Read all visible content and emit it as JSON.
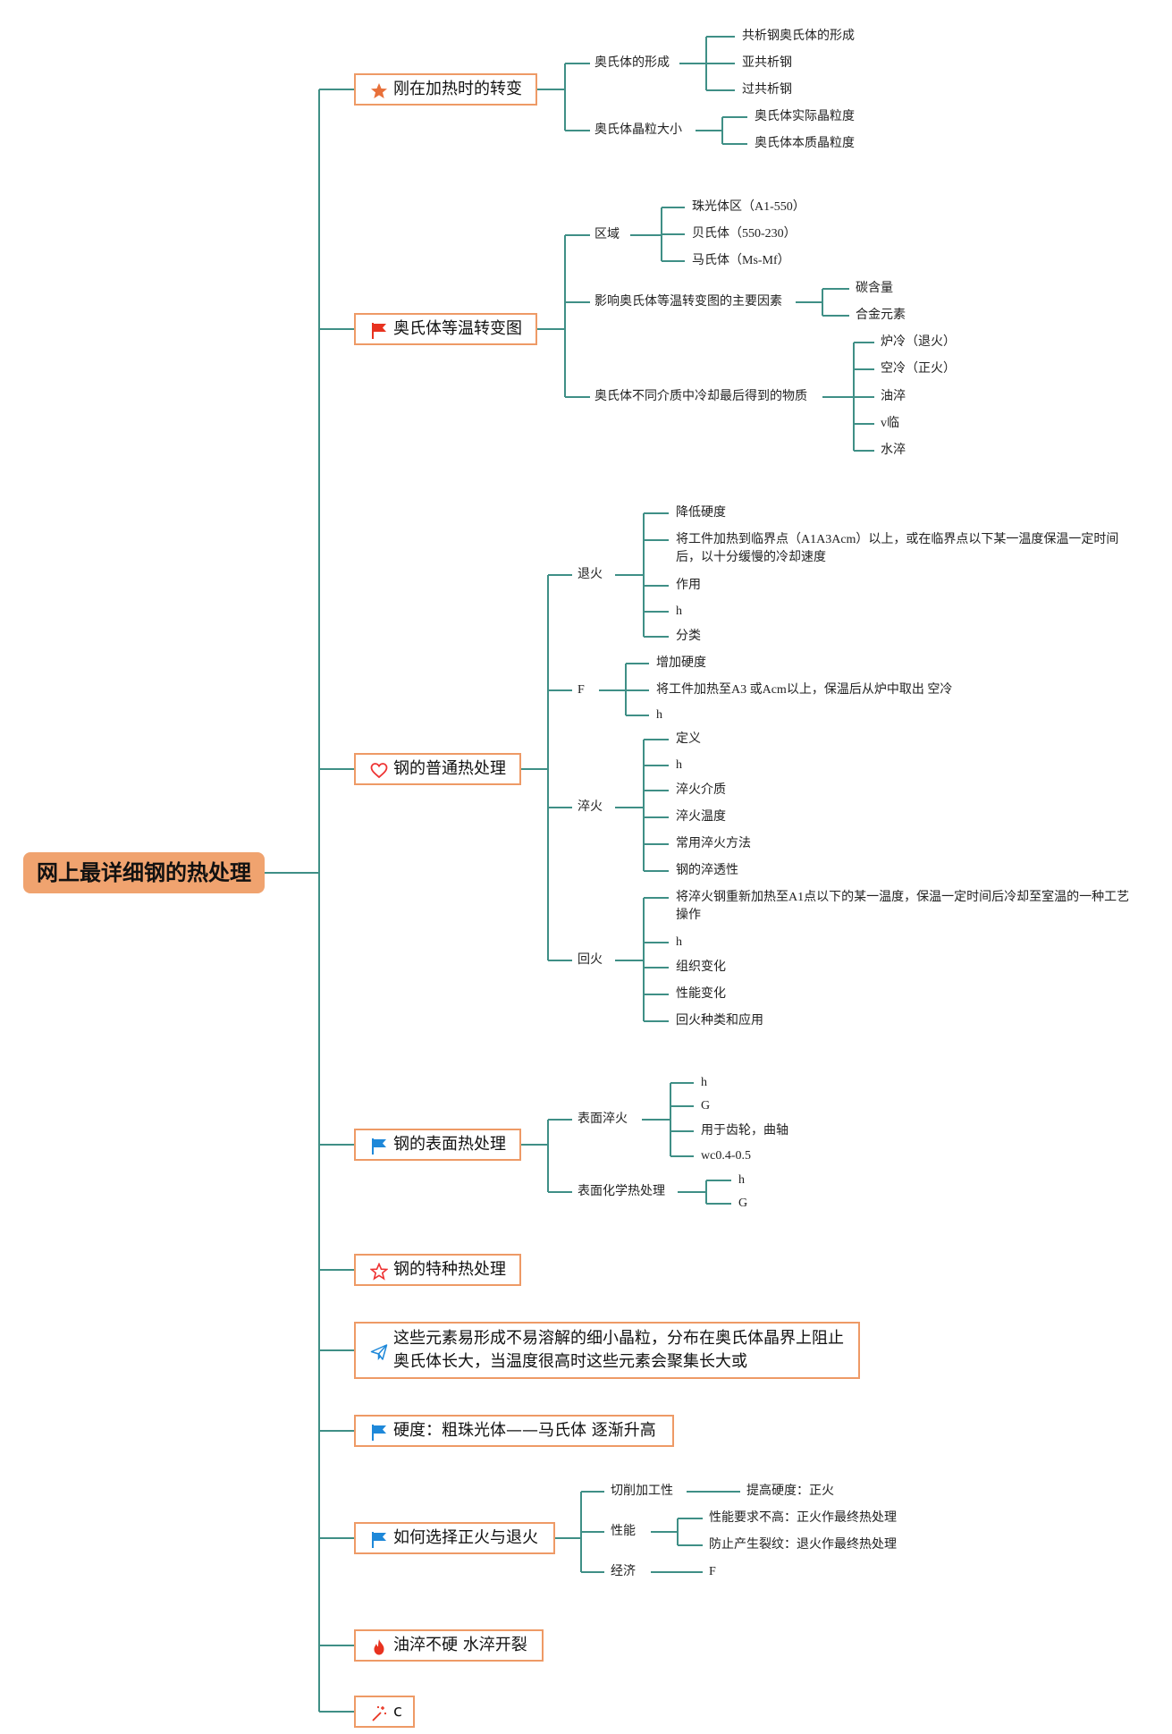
{
  "root": "网上最详细钢的热处理",
  "icons": [
    "star-icon",
    "flag-icon",
    "heart-icon",
    "flag-icon",
    "star-outline-icon",
    "paper-plane-icon",
    "flag-icon",
    "flag-icon",
    "fire-icon",
    "magic-wand-icon"
  ],
  "colors": {
    "line": "#3f8f86",
    "root_fill": "#f0a36f",
    "branch_border": "#ee9a66",
    "star": "#e8703a",
    "flag_red": "#e8321f",
    "flag_blue": "#1e88d9",
    "plane": "#1e88d9",
    "heart": "#e33",
    "fire": "#e8321f"
  },
  "branches": [
    {
      "label": "刚在加热时的转变",
      "children": [
        {
          "label": "奥氏体的形成",
          "children": [
            "共析钢奥氏体的形成",
            "亚共析钢",
            "过共析钢"
          ]
        },
        {
          "label": "奥氏体晶粒大小",
          "children": [
            "奥氏体实际晶粒度",
            "奥氏体本质晶粒度"
          ]
        }
      ]
    },
    {
      "label": "奥氏体等温转变图",
      "children": [
        {
          "label": "区域",
          "children": [
            "珠光体区（A1-550）",
            "贝氏体（550-230）",
            "马氏体（Ms-Mf）"
          ]
        },
        {
          "label": "影响奥氏体等温转变图的主要因素",
          "children": [
            "碳含量",
            "合金元素"
          ]
        },
        {
          "label": "奥氏体不同介质中冷却最后得到的物质",
          "children": [
            "炉冷（退火）",
            "空冷（正火）",
            "油淬",
            "v临",
            "水淬"
          ]
        }
      ]
    },
    {
      "label": "钢的普通热处理",
      "children": [
        {
          "label": "退火",
          "children": [
            "降低硬度",
            "将工件加热到临界点（A1A3Acm）以上，或在临界点以下某一温度保温一定时间后，以十分缓慢的冷却速度",
            "作用",
            "h",
            "分类"
          ]
        },
        {
          "label": "F",
          "children": [
            "增加硬度",
            "将工件加热至A3 或Acm以上，保温后从炉中取出 空冷",
            "h"
          ]
        },
        {
          "label": "淬火",
          "children": [
            "定义",
            "h",
            "淬火介质",
            "淬火温度",
            "常用淬火方法",
            "钢的淬透性"
          ]
        },
        {
          "label": "回火",
          "children": [
            "将淬火钢重新加热至A1点以下的某一温度，保温一定时间后冷却至室温的一种工艺操作",
            "h",
            "组织变化",
            "性能变化",
            "回火种类和应用"
          ]
        }
      ]
    },
    {
      "label": "钢的表面热处理",
      "children": [
        {
          "label": "表面淬火",
          "children": [
            "h",
            "G",
            "用于齿轮，曲轴",
            "wc0.4-0.5"
          ]
        },
        {
          "label": "表面化学热处理",
          "children": [
            "h",
            "G"
          ]
        }
      ]
    },
    {
      "label": "钢的特种热处理",
      "children": []
    },
    {
      "label": "这些元素易形成不易溶解的细小晶粒，分布在奥氏体晶界上阻止奥氏体长大，当温度很高时这些元素会聚集长大或",
      "children": []
    },
    {
      "label": "硬度：粗珠光体——马氏体 逐渐升高",
      "children": []
    },
    {
      "label": "如何选择正火与退火",
      "children": [
        {
          "label": "切削加工性",
          "children": [
            "提高硬度：正火"
          ]
        },
        {
          "label": "性能",
          "children": [
            "性能要求不高：正火作最终热处理",
            "防止产生裂纹：退火作最终热处理"
          ]
        },
        {
          "label": "经济",
          "children": [
            "F"
          ]
        }
      ]
    },
    {
      "label": "油淬不硬 水淬开裂",
      "children": []
    },
    {
      "label": "c",
      "children": []
    }
  ]
}
